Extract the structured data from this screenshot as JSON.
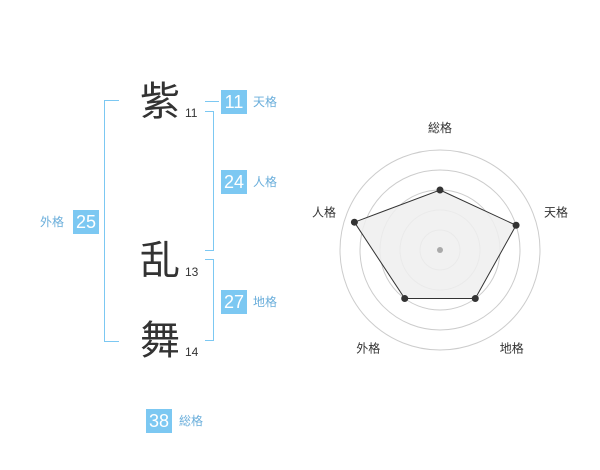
{
  "name": {
    "chars": [
      {
        "char": "紫",
        "strokes": "11"
      },
      {
        "char": "乱",
        "strokes": "13"
      },
      {
        "char": "舞",
        "strokes": "14"
      }
    ]
  },
  "kakusu": {
    "tenkaku": {
      "label": "天格",
      "value": "11"
    },
    "jinkaku": {
      "label": "人格",
      "value": "24"
    },
    "chikaku": {
      "label": "地格",
      "value": "27"
    },
    "gaikaku": {
      "label": "外格",
      "value": "25"
    },
    "soukaku": {
      "label": "総格",
      "value": "38"
    }
  },
  "chart_data": {
    "type": "radar",
    "axes": [
      "総格",
      "天格",
      "地格",
      "外格",
      "人格"
    ],
    "values": [
      3,
      4,
      3,
      3,
      4.5
    ],
    "rmax": 5,
    "rings": 5,
    "colors": {
      "fill": "#eeeeee",
      "line": "#333333",
      "ring": "#cccccc",
      "center": "#aaaaaa"
    }
  }
}
